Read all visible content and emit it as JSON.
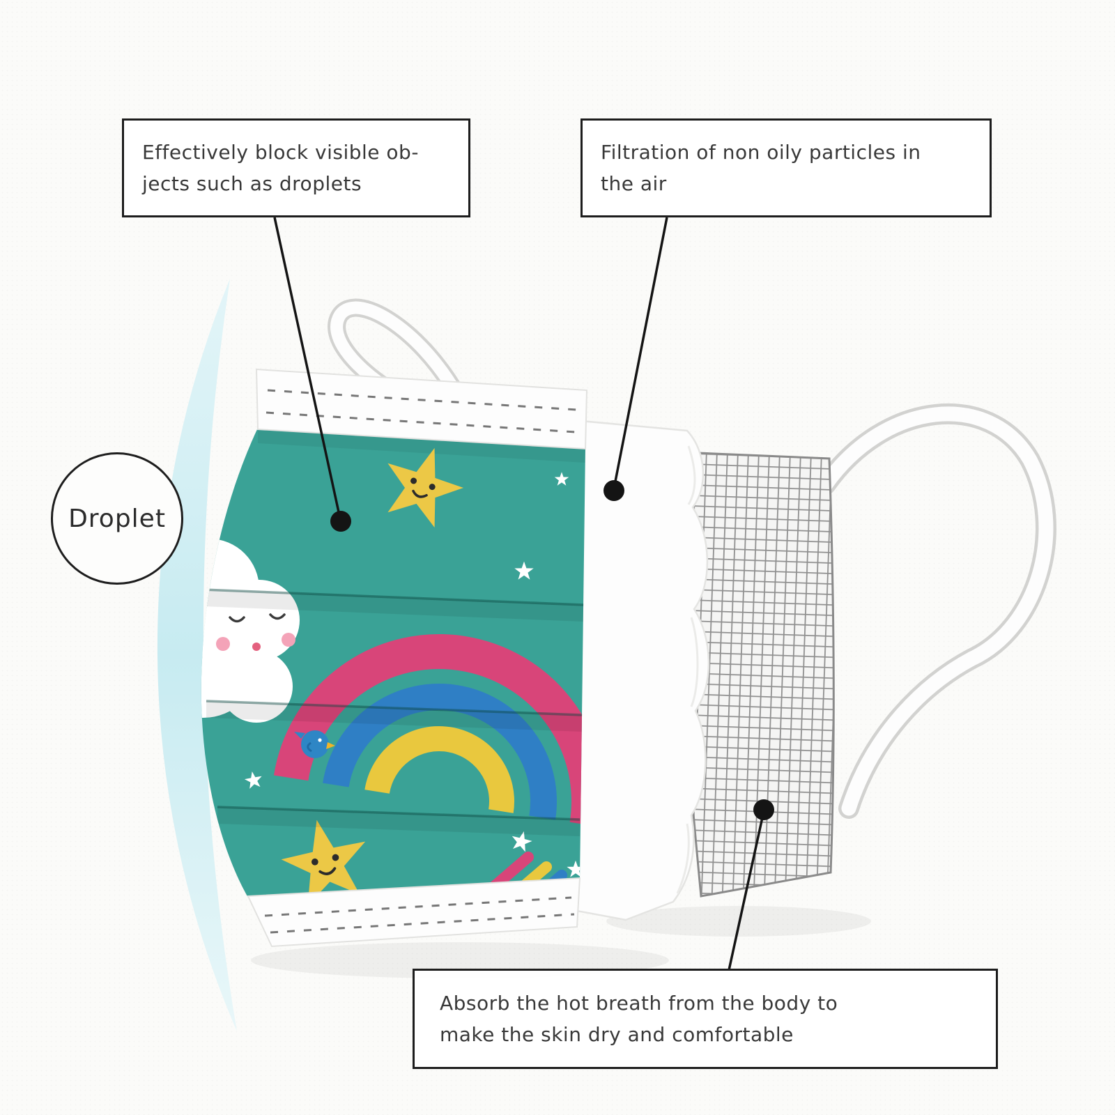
{
  "callouts": {
    "top_left": {
      "line1": "Effectively block visible ob-",
      "line2": "jects such as droplets"
    },
    "top_right": {
      "line1": "Filtration of non oily particles in",
      "line2": "the air"
    },
    "bottom": {
      "line1": "Absorb the hot breath from the body to",
      "line2": "make the skin dry and comfortable"
    },
    "droplet_badge": {
      "label": "Droplet"
    }
  },
  "colors": {
    "mask-teal": "#3aa296",
    "rainbow-pink": "#d84579",
    "rainbow-blue": "#2f7fc5",
    "rainbow-yellow": "#e9c83e",
    "star-yellow": "#ecc846",
    "cheek-pink": "#f4a3b8",
    "bird-blue": "#2e86c5",
    "arc-cyan": "#c7ebf1",
    "mesh-line-gray": "#8f8f8f",
    "strap-white": "#fdfdfd",
    "callout-border": "#1d1d1d",
    "text-dark": "#383838",
    "leader-black": "#141414"
  }
}
